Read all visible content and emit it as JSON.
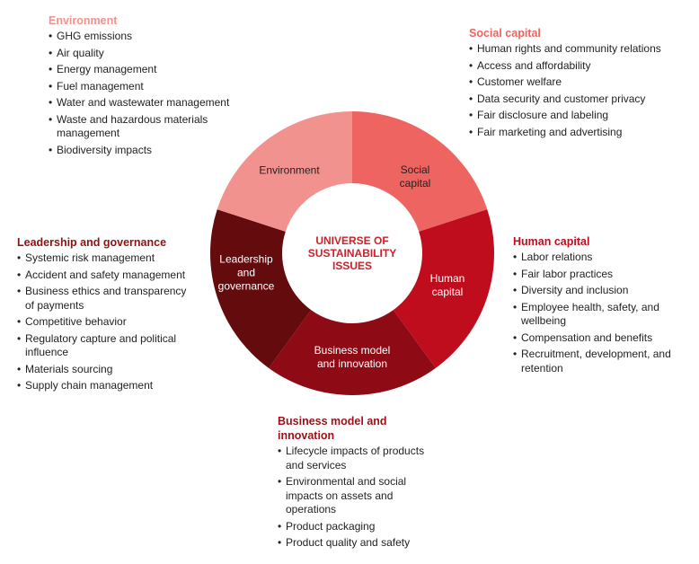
{
  "center_label": [
    "UNIVERSE OF",
    "SUSTAINABILITY",
    "ISSUES"
  ],
  "segments": [
    {
      "key": "social",
      "label": [
        "Social",
        "capital"
      ],
      "color": "#ee6460",
      "text_color": "#222222"
    },
    {
      "key": "human",
      "label": [
        "Human",
        "capital"
      ],
      "color": "#c00d1e",
      "text_color": "#ffffff"
    },
    {
      "key": "business",
      "label": [
        "Business model",
        "and innovation"
      ],
      "color": "#8e0b16",
      "text_color": "#ffffff"
    },
    {
      "key": "leadership",
      "label": [
        "Leadership",
        "and",
        "governance"
      ],
      "color": "#640b0e",
      "text_color": "#ffffff"
    },
    {
      "key": "environment",
      "label": [
        "Environment"
      ],
      "color": "#f2928e",
      "text_color": "#222222"
    }
  ],
  "blocks": {
    "environment": {
      "title": "Environment",
      "color": "#f2928e",
      "items": [
        "GHG emissions",
        "Air quality",
        "Energy management",
        "Fuel management",
        "Water and wastewater management",
        "Waste and hazardous materials management",
        "Biodiversity impacts"
      ]
    },
    "social": {
      "title": "Social capital",
      "color": "#ee6460",
      "items": [
        "Human rights and community relations",
        "Access and affordability",
        "Customer welfare",
        "Data security and customer privacy",
        "Fair disclosure and labeling",
        "Fair marketing and advertising"
      ]
    },
    "human": {
      "title": "Human capital",
      "color": "#c00d1e",
      "items": [
        "Labor relations",
        "Fair labor practices",
        "Diversity and inclusion",
        "Employee health, safety, and wellbeing",
        "Compensation and benefits",
        "Recruitment, development, and retention"
      ]
    },
    "leadership": {
      "title": "Leadership and governance",
      "color": "#8a1414",
      "items": [
        "Systemic risk management",
        "Accident and safety management",
        "Business ethics and transparency of payments",
        "Competitive behavior",
        "Regulatory capture and political influence",
        "Materials sourcing",
        "Supply chain management"
      ]
    },
    "business": {
      "title": "Business model and innovation",
      "color": "#9e1018",
      "items": [
        "Lifecycle impacts of products and services",
        "Environmental and social impacts on assets and operations",
        "Product packaging",
        "Product quality and safety"
      ]
    }
  }
}
